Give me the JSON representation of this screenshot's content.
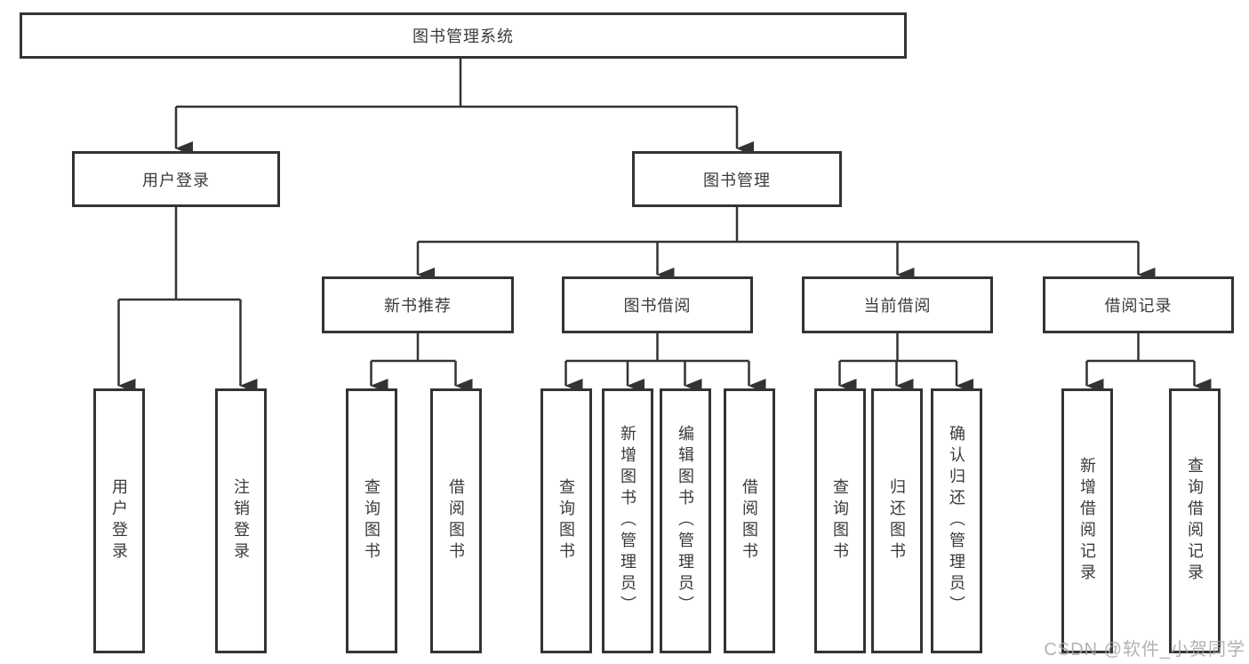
{
  "diagram": {
    "title": "图书管理系统",
    "branches": {
      "login": "用户登录",
      "book_mgmt": "图书管理"
    },
    "sections": {
      "recommend": "新书推荐",
      "borrow": "图书借阅",
      "current": "当前借阅",
      "history": "借阅记录"
    },
    "leaves": {
      "login": [
        "用户登录",
        "注销登录"
      ],
      "recommend": [
        "查询图书",
        "借阅图书"
      ],
      "borrow": [
        "查询图书",
        "新增图书（管理员）",
        "编辑图书（管理员）",
        "借阅图书"
      ],
      "current": [
        "查询图书",
        "归还图书",
        "确认归还（管理员）"
      ],
      "history": [
        "新增借阅记录",
        "查询借阅记录"
      ]
    }
  },
  "colors": {
    "line": "#333333",
    "text": "#3a3a3a",
    "background": "#ffffff",
    "watermark": "#a4a4a4"
  },
  "watermark": {
    "text": "CSDN @软件_小贺同学"
  }
}
